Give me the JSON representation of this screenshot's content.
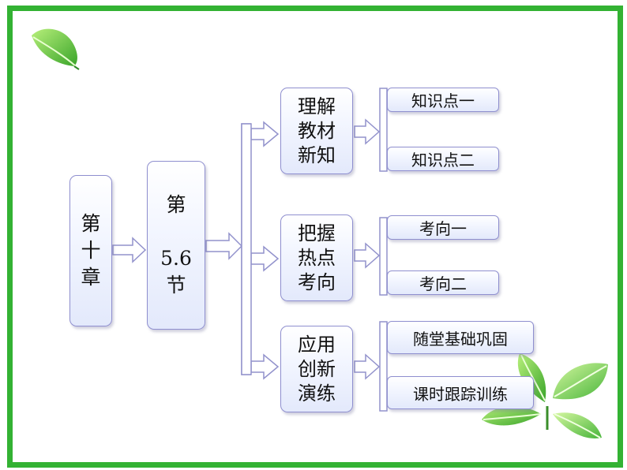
{
  "chapter": {
    "label": "第\n十\n章"
  },
  "section": {
    "label": "第\n\n5.6\n节"
  },
  "branches": [
    {
      "label": "理解\n教材\n新知",
      "items": [
        "知识点一",
        "知识点二"
      ]
    },
    {
      "label": "把握\n热点\n考向",
      "items": [
        "考向一",
        "考向二"
      ]
    },
    {
      "label": "应用\n创新\n演练",
      "items": [
        "随堂基础巩固",
        "课时跟踪训练"
      ]
    }
  ],
  "colors": {
    "frame": "#33b233",
    "box_border": "#8f8fcf",
    "leaf": "#59c23b"
  }
}
